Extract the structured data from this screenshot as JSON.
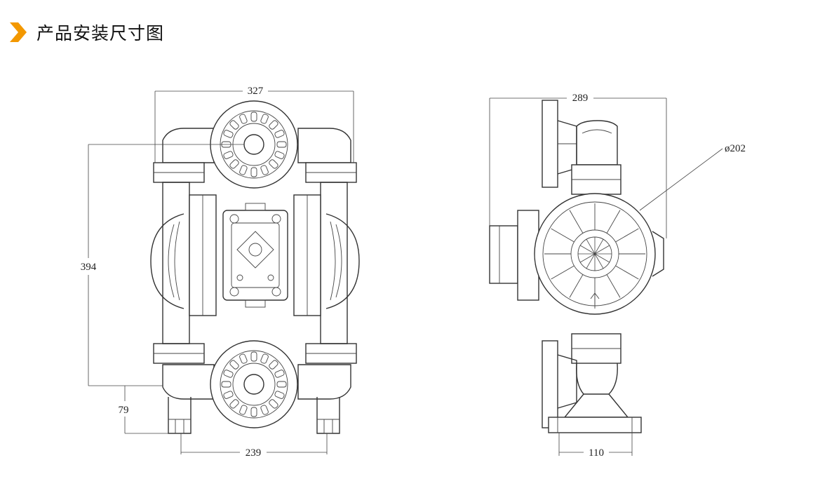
{
  "header": {
    "title": "产品安装尺寸图",
    "accent_color": "#f39800",
    "icon": "chevron-right-icon"
  },
  "front_view": {
    "dim_width": "327",
    "dim_height": "394",
    "dim_foot_height": "79",
    "dim_foot_spacing": "239"
  },
  "side_view": {
    "dim_width": "289",
    "dim_diameter": "ø202",
    "dim_base": "110"
  }
}
